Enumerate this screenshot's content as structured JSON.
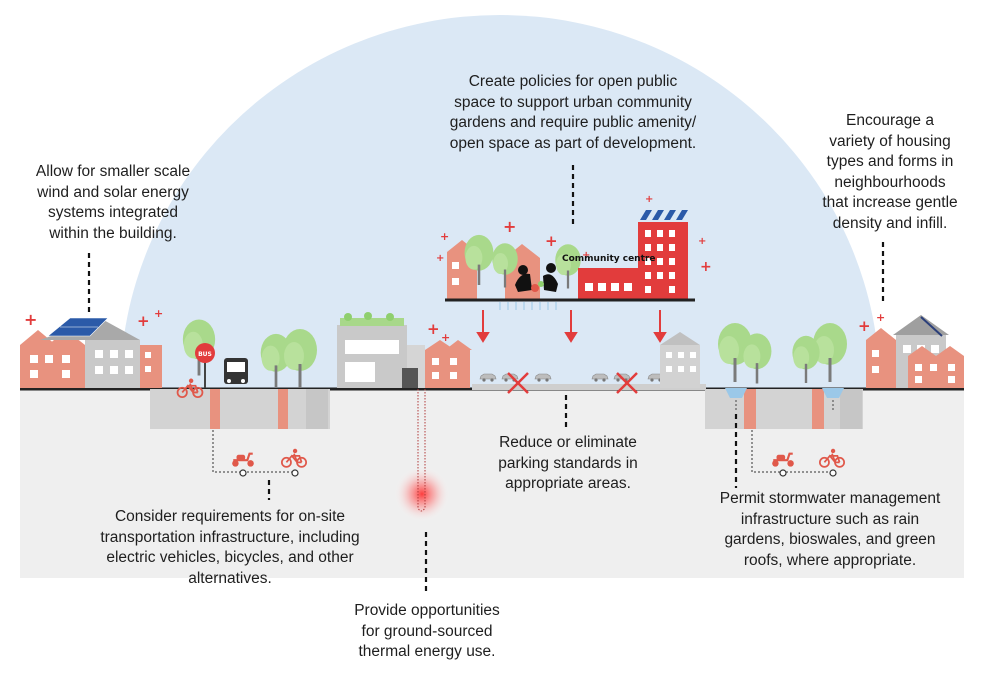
{
  "captions": {
    "energy": [
      "Allow for smaller scale",
      "wind and solar energy",
      "systems integrated",
      "within the building."
    ],
    "open_space": [
      "Create policies for open public",
      "space to support urban community",
      "gardens and require public amenity/",
      "open space as part of development."
    ],
    "housing": [
      "Encourage a",
      "variety of housing",
      "types and forms in",
      "neighbourhoods",
      "that increase gentle",
      "density and infill."
    ],
    "transportation": [
      "Consider requirements for on-site",
      "transportation infrastructure, including",
      "electric vehicles, bicycles, and other",
      "alternatives."
    ],
    "parking": [
      "Reduce or eliminate",
      "parking standards in",
      "appropriate areas."
    ],
    "stormwater": [
      "Permit stormwater management",
      "infrastructure such as rain",
      "gardens, bioswales, and green",
      "roofs, where appropriate."
    ],
    "thermal": [
      "Provide opportunities",
      "for ground-sourced",
      "thermal energy use."
    ]
  },
  "labels": {
    "community_centre": "Community centre",
    "bus_sign": "BUS"
  },
  "colors": {
    "sky": "#dbe8f5",
    "ground": "#efefef",
    "accent_red": "#e23c3c",
    "salmon": "#e8927f",
    "grey_building": "#c9c9c9",
    "tree_green": "#a8d88a",
    "dark": "#222222"
  },
  "icons": [
    "solar-panel-icon",
    "bus-stop-icon",
    "bus-icon",
    "bicycle-icon",
    "scooter-icon",
    "car-icon",
    "cross-mark-icon",
    "plus-icon",
    "tree-icon",
    "gardeners-icon",
    "heat-source-icon"
  ]
}
